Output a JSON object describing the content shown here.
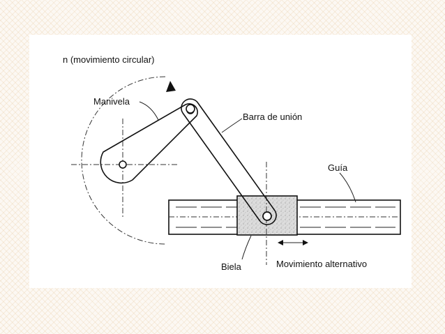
{
  "diagram": {
    "labels": {
      "circular_motion": "n (movimiento circular)",
      "crank": "Manivela",
      "connecting_bar": "Barra de unión",
      "guide": "Guía",
      "slider": "Biela",
      "reciprocating_motion": "Movimiento alternativo"
    }
  }
}
